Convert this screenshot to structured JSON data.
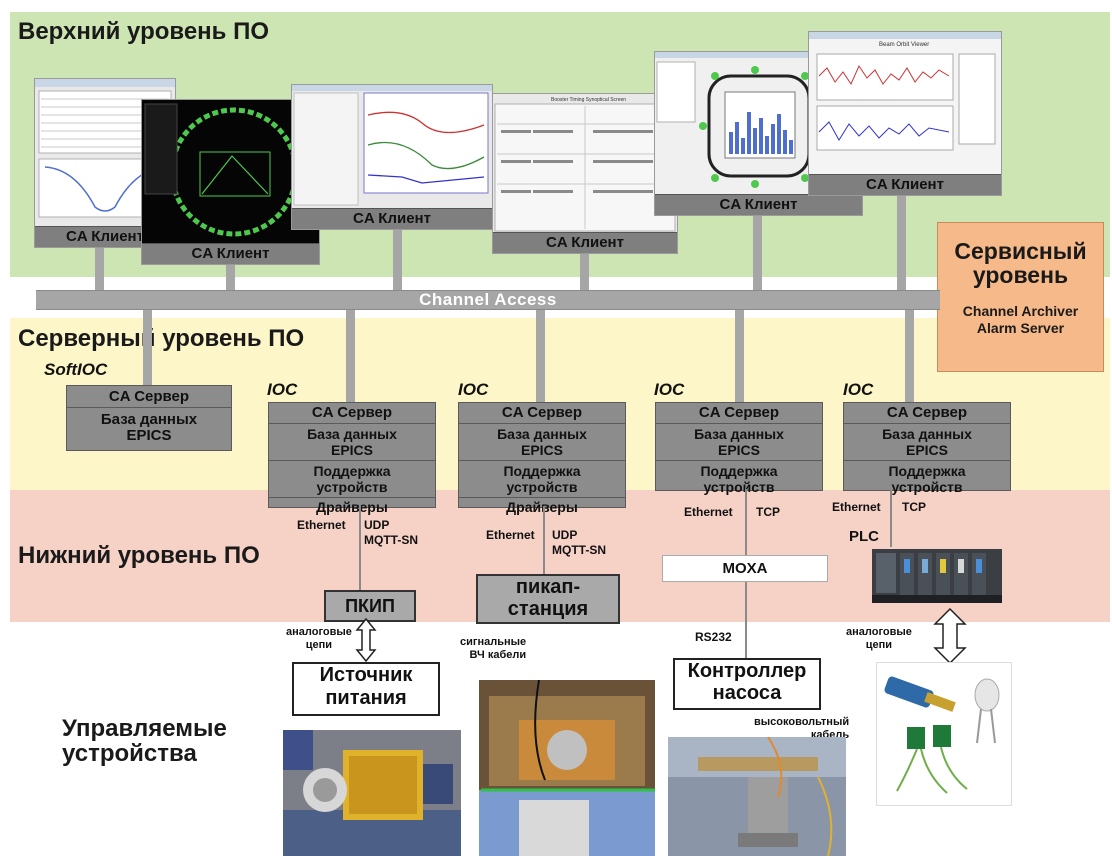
{
  "levels": {
    "top": "Верхний уровень ПО",
    "server": "Серверный уровень ПО",
    "bottom": "Нижний уровень ПО",
    "devices_line1": "Управляемые",
    "devices_line2": "устройства"
  },
  "service": {
    "title_line1": "Сервисный",
    "title_line2": "уровень",
    "item1": "Channel Archiver",
    "item2": "Alarm Server"
  },
  "bus": "Channel Access",
  "clients": [
    "CA Клиент",
    "CA Клиент",
    "CA Клиент",
    "CA Клиент",
    "CA Клиент",
    "CA Клиент"
  ],
  "softioc": {
    "tag": "SoftIOC",
    "server": "CA Сервер",
    "db_line1": "База данных",
    "db_line2": "EPICS"
  },
  "ioc": {
    "tag": "IOC",
    "server": "CA Сервер",
    "db_line1": "База данных",
    "db_line2": "EPICS",
    "support_line1": "Поддержка",
    "support_line2": "устройств",
    "drivers": "Драйверы"
  },
  "protocols": {
    "ethernet": "Ethernet",
    "udp": "UDP",
    "mqtt": "MQTT-SN",
    "tcp": "TCP",
    "rs232": "RS232"
  },
  "hardware": {
    "pkip": "ПКИП",
    "pickup_line1": "пикап-",
    "pickup_line2": "станция",
    "moxa": "MOXA",
    "plc": "PLC",
    "power_line1": "Источник",
    "power_line2": "питания",
    "pump_line1": "Контроллер",
    "pump_line2": "насоса"
  },
  "cables": {
    "analog1_line1": "аналоговые",
    "analog1_line2": "цепи",
    "signal_line1": "сигнальные",
    "signal_line2": "ВЧ кабели",
    "hv_line1": "высоковольтный",
    "hv_line2": "кабель",
    "analog2_line1": "аналоговые",
    "analog2_line2": "цепи"
  },
  "screens": {
    "s4_title": "Booster Timing Synoptical Screen",
    "s6_title": "Beam Orbit Viewer"
  },
  "colors": {
    "top_band": "#cde4b3",
    "server_band": "#fdf6c9",
    "bottom_band": "#f6d2c6",
    "service": "#f5b98a",
    "box_gray": "#8c8c8c",
    "bus_gray": "#a6a6a6"
  }
}
